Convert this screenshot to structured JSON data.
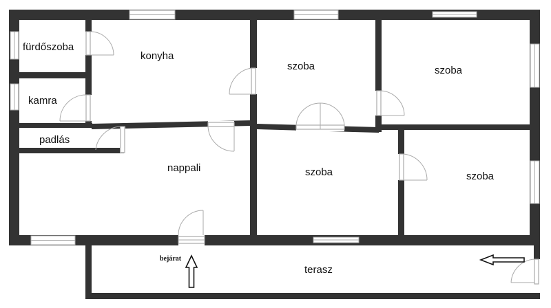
{
  "rooms": {
    "bathroom": "fürdőszoba",
    "kitchen": "konyha",
    "room_top_middle": "szoba",
    "room_top_right": "szoba",
    "pantry": "kamra",
    "attic": "padlás",
    "living_room": "nappali",
    "room_bottom_middle": "szoba",
    "room_bottom_right": "szoba",
    "terrace": "terasz"
  },
  "entrance_label": "bejárat",
  "colors": {
    "wall": "#333333",
    "window_frame": "#aaaaaa",
    "background": "#ffffff"
  },
  "icons": {
    "entrance_arrow": "arrow-up-icon",
    "terrace_arrow": "arrow-left-icon"
  }
}
